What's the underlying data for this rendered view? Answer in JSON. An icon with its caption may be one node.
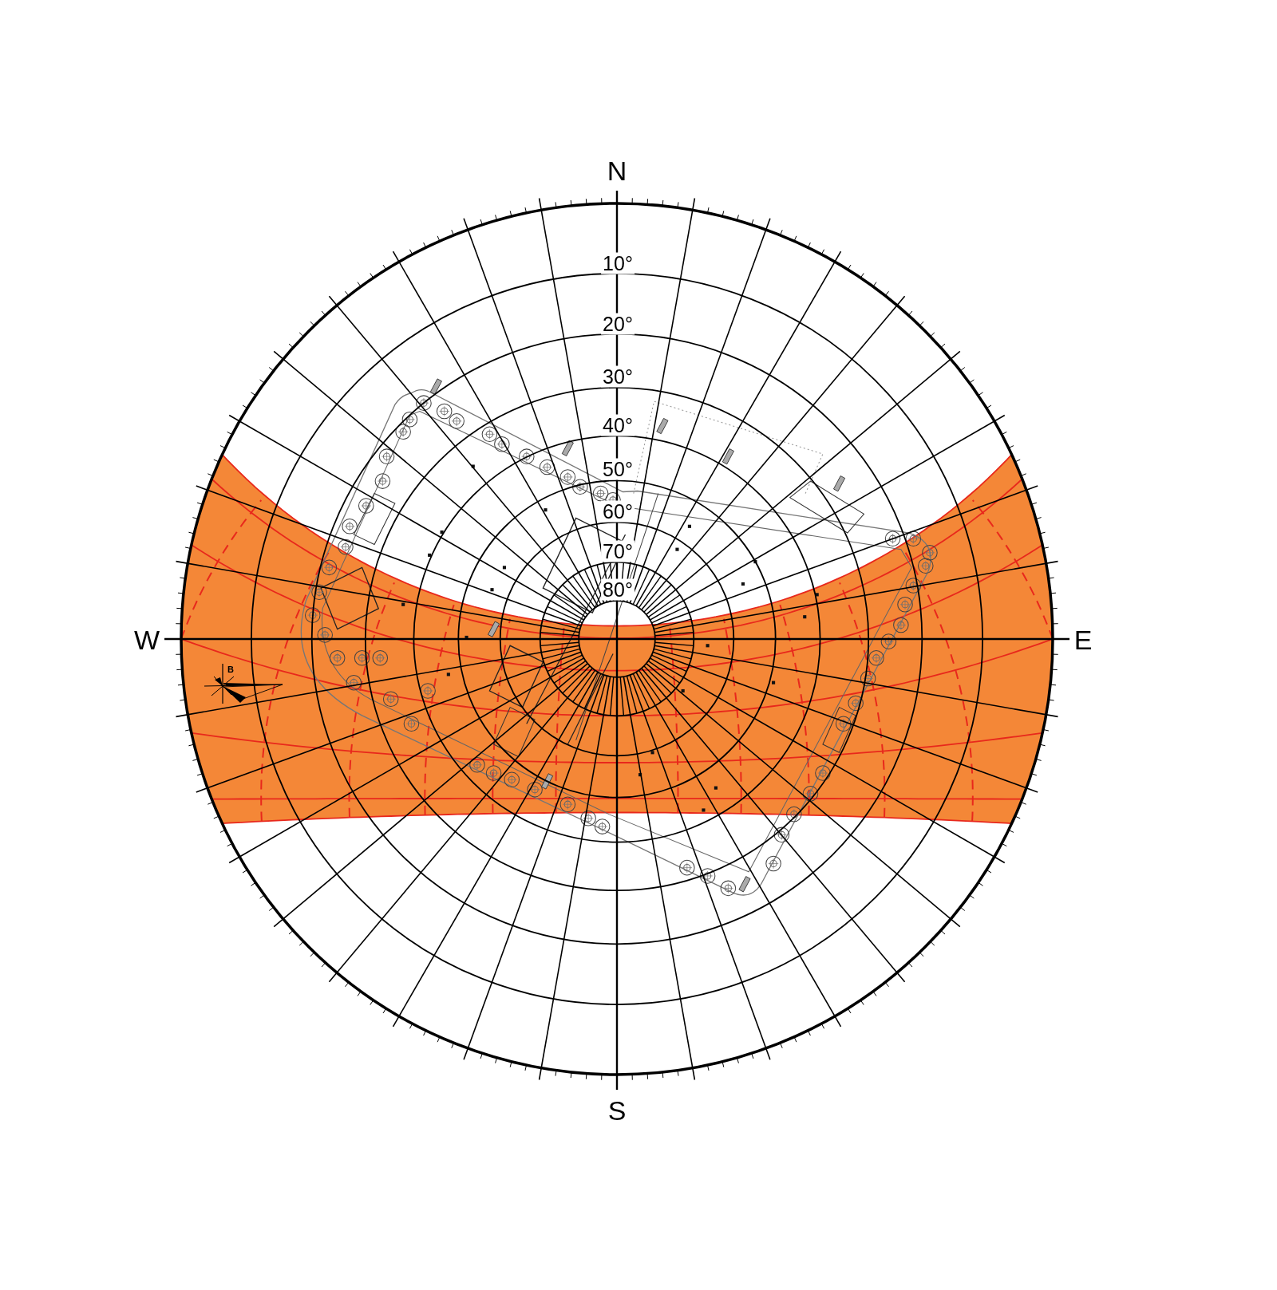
{
  "diagram": {
    "labels": [
      "N",
      "10°",
      "20°",
      "30°",
      "40°",
      "50°",
      "60°",
      "70°",
      "80°",
      "W",
      "E",
      "B",
      "S"
    ]
  }
}
